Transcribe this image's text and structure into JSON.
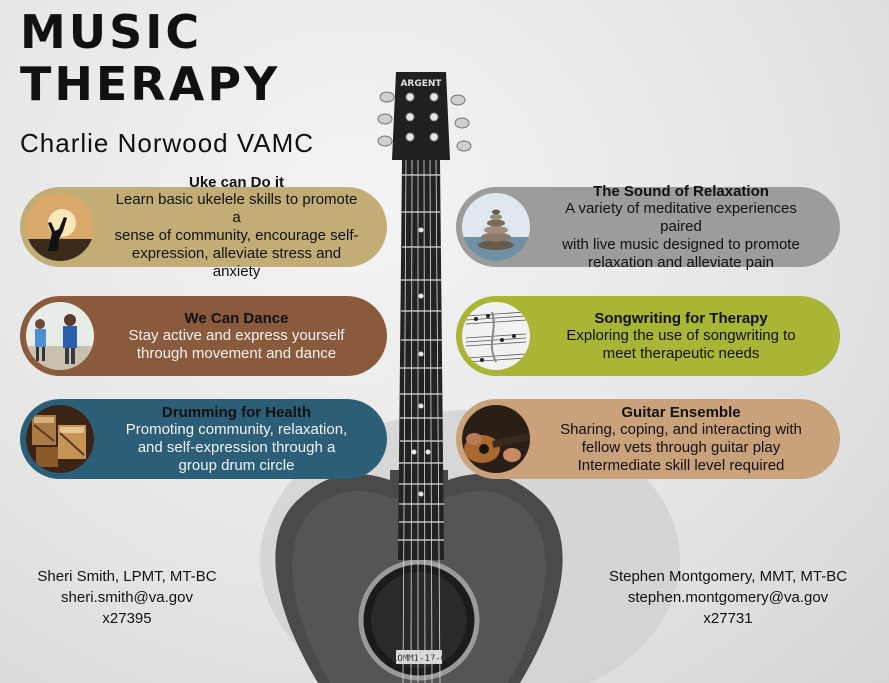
{
  "header": {
    "title_line1": "MUSIC",
    "title_line2": "THERAPY",
    "subtitle": "Charlie Norwood VAMC"
  },
  "guitar": {
    "headstock_brand": "ARGENT",
    "soundhole_label": "LOMM1-17-0"
  },
  "programs": [
    {
      "title": "Uke can Do it",
      "lines": [
        "Learn basic ukelele skills to promote a",
        "sense of community, encourage self-",
        "expression, alleviate stress and anxiety"
      ],
      "color": "#c2ad76",
      "icon": "ukulele-silhouette-icon"
    },
    {
      "title": "We Can Dance",
      "lines": [
        "Stay active and express yourself",
        "through movement and dance"
      ],
      "color": "#8a5a3c",
      "icon": "dancers-icon"
    },
    {
      "title": "Drumming for Health",
      "lines": [
        "Promoting community, relaxation,",
        "and self-expression through a",
        "group drum circle"
      ],
      "color": "#2c5f77",
      "icon": "drums-icon"
    },
    {
      "title": "The Sound of Relaxation",
      "lines": [
        "A variety of meditative experiences paired",
        "with live music designed to promote",
        "relaxation and alleviate pain"
      ],
      "color": "#9c9c9c",
      "icon": "stacked-stones-icon"
    },
    {
      "title": "Songwriting for Therapy",
      "lines": [
        "Exploring the use of songwriting to",
        "meet therapeutic needs"
      ],
      "color": "#a9b535",
      "icon": "sheet-music-icon"
    },
    {
      "title": "Guitar Ensemble",
      "lines": [
        "Sharing, coping, and interacting with",
        "fellow vets through guitar play",
        "Intermediate skill level required"
      ],
      "color": "#c9a27c",
      "icon": "guitar-hands-icon"
    }
  ],
  "contacts": [
    {
      "name": "Sheri Smith, LPMT, MT-BC",
      "email": "sheri.smith@va.gov",
      "ext": "x27395"
    },
    {
      "name": "Stephen Montgomery, MMT, MT-BC",
      "email": "stephen.montgomery@va.gov",
      "ext": "x27731"
    }
  ]
}
